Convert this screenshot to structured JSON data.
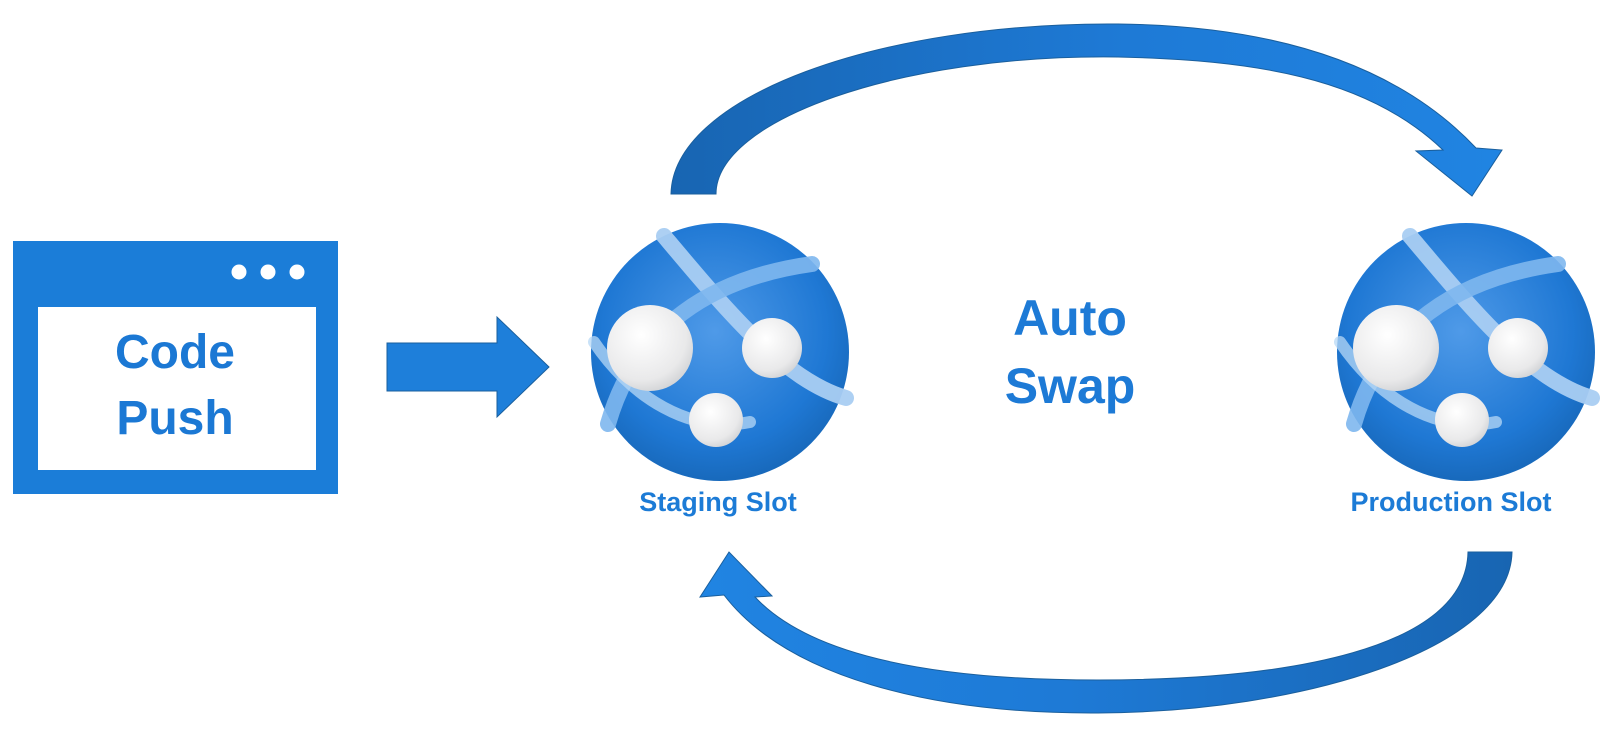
{
  "diagram": {
    "browser_label_line1": "Code",
    "browser_label_line2": "Push",
    "center_label_line1": "Auto",
    "center_label_line2": "Swap",
    "staging_label": "Staging Slot",
    "production_label": "Production Slot"
  },
  "colors": {
    "primary_blue": "#1c7bd6",
    "dark_blue": "#1567b3",
    "globe_light": "#5ba4ec",
    "node_white": "#f4f4f4"
  },
  "icons": {
    "browser": "browser-window-icon",
    "arrow": "right-arrow-icon",
    "globe": "app-service-globe-icon",
    "swap_arrow": "curved-arrow-icon"
  }
}
